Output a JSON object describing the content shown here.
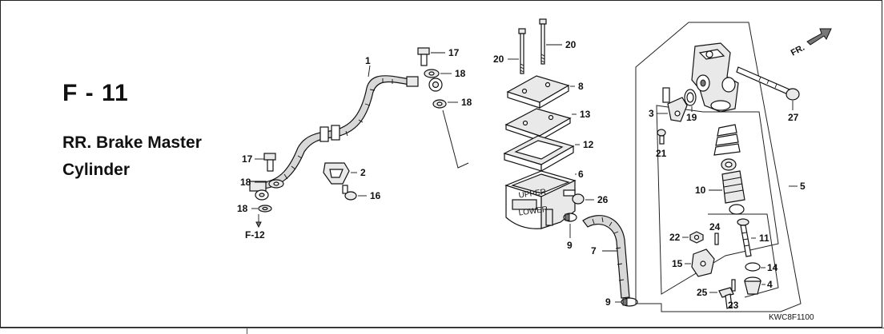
{
  "figure": {
    "code": "F - 11",
    "title_line1": "RR. Brake Master",
    "title_line2": "Cylinder",
    "drawing_number": "KWC8F1100",
    "direction_label": "FR.",
    "ref_label": "F-12"
  },
  "callouts": {
    "c1": "1",
    "c2": "2",
    "c3": "3",
    "c4": "4",
    "c5": "5",
    "c6": "6",
    "c7": "7",
    "c8": "8",
    "c9a": "9",
    "c9b": "9",
    "c10": "10",
    "c11": "11",
    "c12": "12",
    "c13": "13",
    "c14": "14",
    "c15": "15",
    "c16": "16",
    "c17a": "17",
    "c17b": "17",
    "c18a": "18",
    "c18b": "18",
    "c18c": "18",
    "c18d": "18",
    "c19": "19",
    "c20a": "20",
    "c20b": "20",
    "c21": "21",
    "c22": "22",
    "c23": "23",
    "c24": "24",
    "c25": "25",
    "c26": "26",
    "c27": "27"
  },
  "reservoir_marks": {
    "upper": "UPPER",
    "lower": "LOWER"
  }
}
